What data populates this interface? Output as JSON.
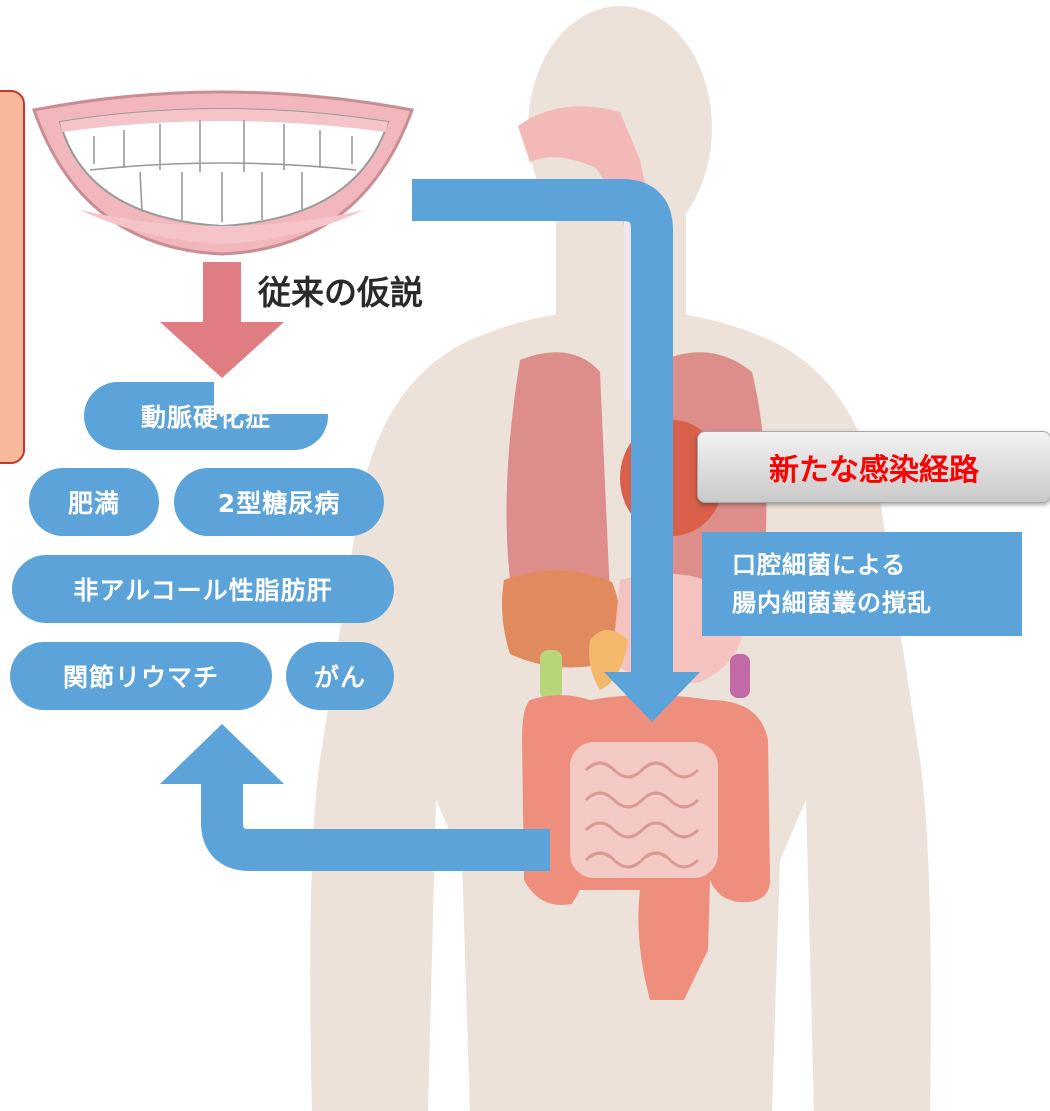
{
  "hypothesis": {
    "label": "従来の仮説",
    "diseases": [
      "動脈硬化症",
      "肥満",
      "2型糖尿病",
      "非アルコール性脂肪肝",
      "関節リウマチ",
      "がん"
    ]
  },
  "new_route": {
    "label": "新たな感染経路",
    "box_lines": [
      "口腔細菌による",
      "腸内細菌叢の撹乱"
    ]
  },
  "colors": {
    "pill_blue": "#5ba3d9",
    "arrow_blue": "#5ba3d9",
    "down_arrow_pink": "#e07d82",
    "body_beige": "#ece2d9",
    "alert_red": "#ff0000"
  }
}
